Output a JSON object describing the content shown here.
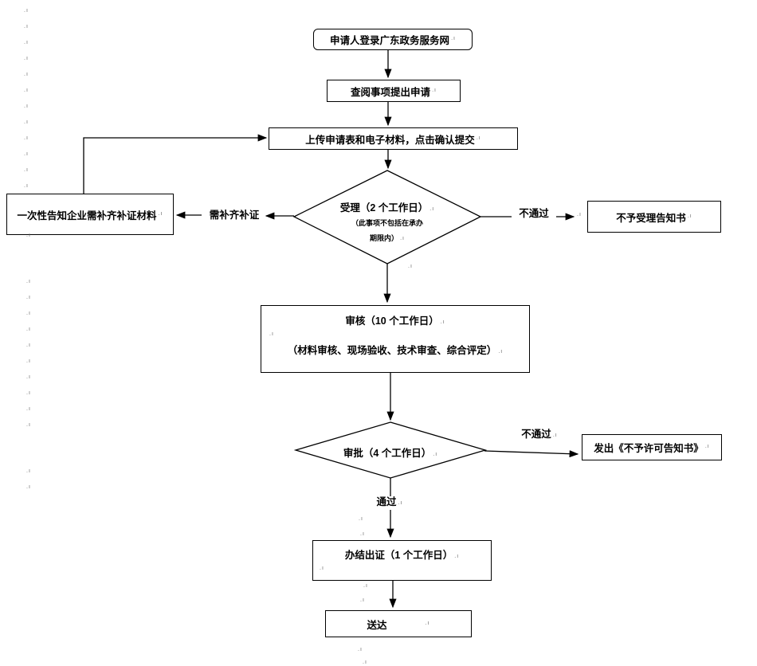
{
  "page": {
    "background": "#ffffff",
    "line_color": "#000000",
    "mark_color": "#6b6b6b"
  },
  "pmark": {
    "glyph": ".ı"
  },
  "nodes": {
    "start": {
      "label": "申请人登录广东政务服务网"
    },
    "browse": {
      "label": "查阅事项提出申请"
    },
    "upload": {
      "label": "上传申请表和电子材料，点击确认提交"
    },
    "accept_diamond": {
      "title": "受理（2 个工作日）",
      "note_line1": "（此事项不包括在承办",
      "note_line2": "期限内）"
    },
    "notify": {
      "label": "一次性告知企业需补齐补证材料"
    },
    "no_accept": {
      "label": "不予受理告知书"
    },
    "review": {
      "title": "审核（10 个工作日）",
      "subtitle": "（材料审核、现场验收、技术审查、综合评定）"
    },
    "approve_diamond": {
      "label": "审批（4 个工作日）"
    },
    "deny": {
      "label": "发出《不予许可告知书》"
    },
    "complete": {
      "label": "办结出证（1 个工作日）"
    },
    "deliver": {
      "label": "送达"
    }
  },
  "edge_labels": {
    "need_supplement": "需补齐补证",
    "not_pass_accept": "不通过",
    "not_pass_approve": "不通过",
    "pass": "通过"
  }
}
